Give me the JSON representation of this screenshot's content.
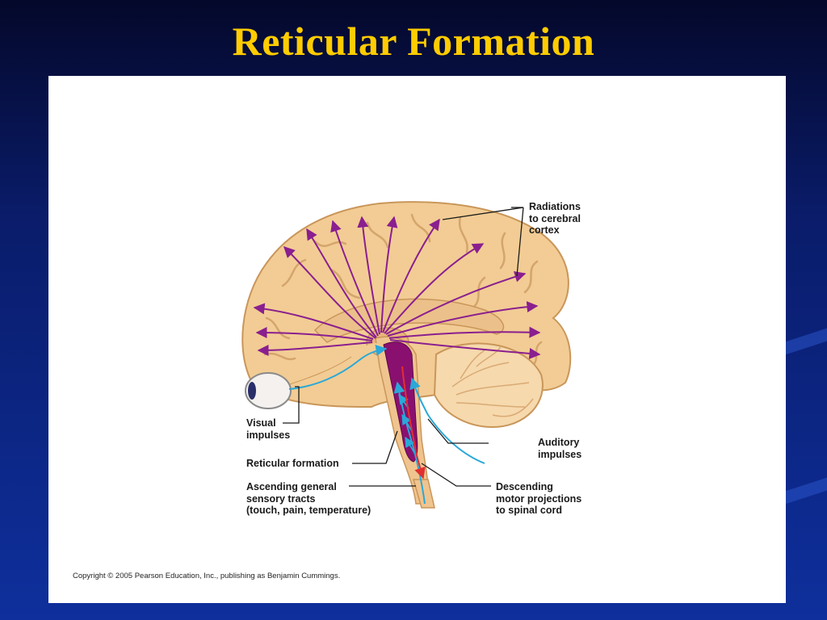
{
  "slide": {
    "title": "Reticular Formation"
  },
  "diagram": {
    "labels": {
      "radiations": "Radiations\nto cerebral\ncortex",
      "visual": "Visual\nimpulses",
      "reticular": "Reticular formation",
      "ascending": "Ascending general\nsensory tracts\n(touch, pain, temperature)",
      "auditory": "Auditory\nimpulses",
      "descending": "Descending\nmotor projections\nto spinal cord"
    },
    "copyright": "Copyright © 2005 Pearson Education, Inc., publishing as Benjamin Cummings."
  },
  "colors": {
    "title": "#ffcc00",
    "brain": "#f2cc94",
    "radiations": "#8a1f8f",
    "sensory": "#2aa8d8",
    "reticular": "#8a1070",
    "motor": "#e03030"
  }
}
